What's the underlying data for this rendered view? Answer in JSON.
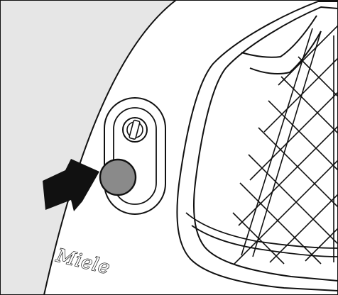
{
  "illustration": {
    "brand": "Miele",
    "colors": {
      "background": "#e6e6e6",
      "housing": "#ffffff",
      "outline": "#111111",
      "button": "#8a8a8a",
      "arrow": "#111111"
    },
    "icons": {
      "screw": "screw-icon",
      "button": "release-button",
      "arrow": "pointer-arrow"
    }
  }
}
